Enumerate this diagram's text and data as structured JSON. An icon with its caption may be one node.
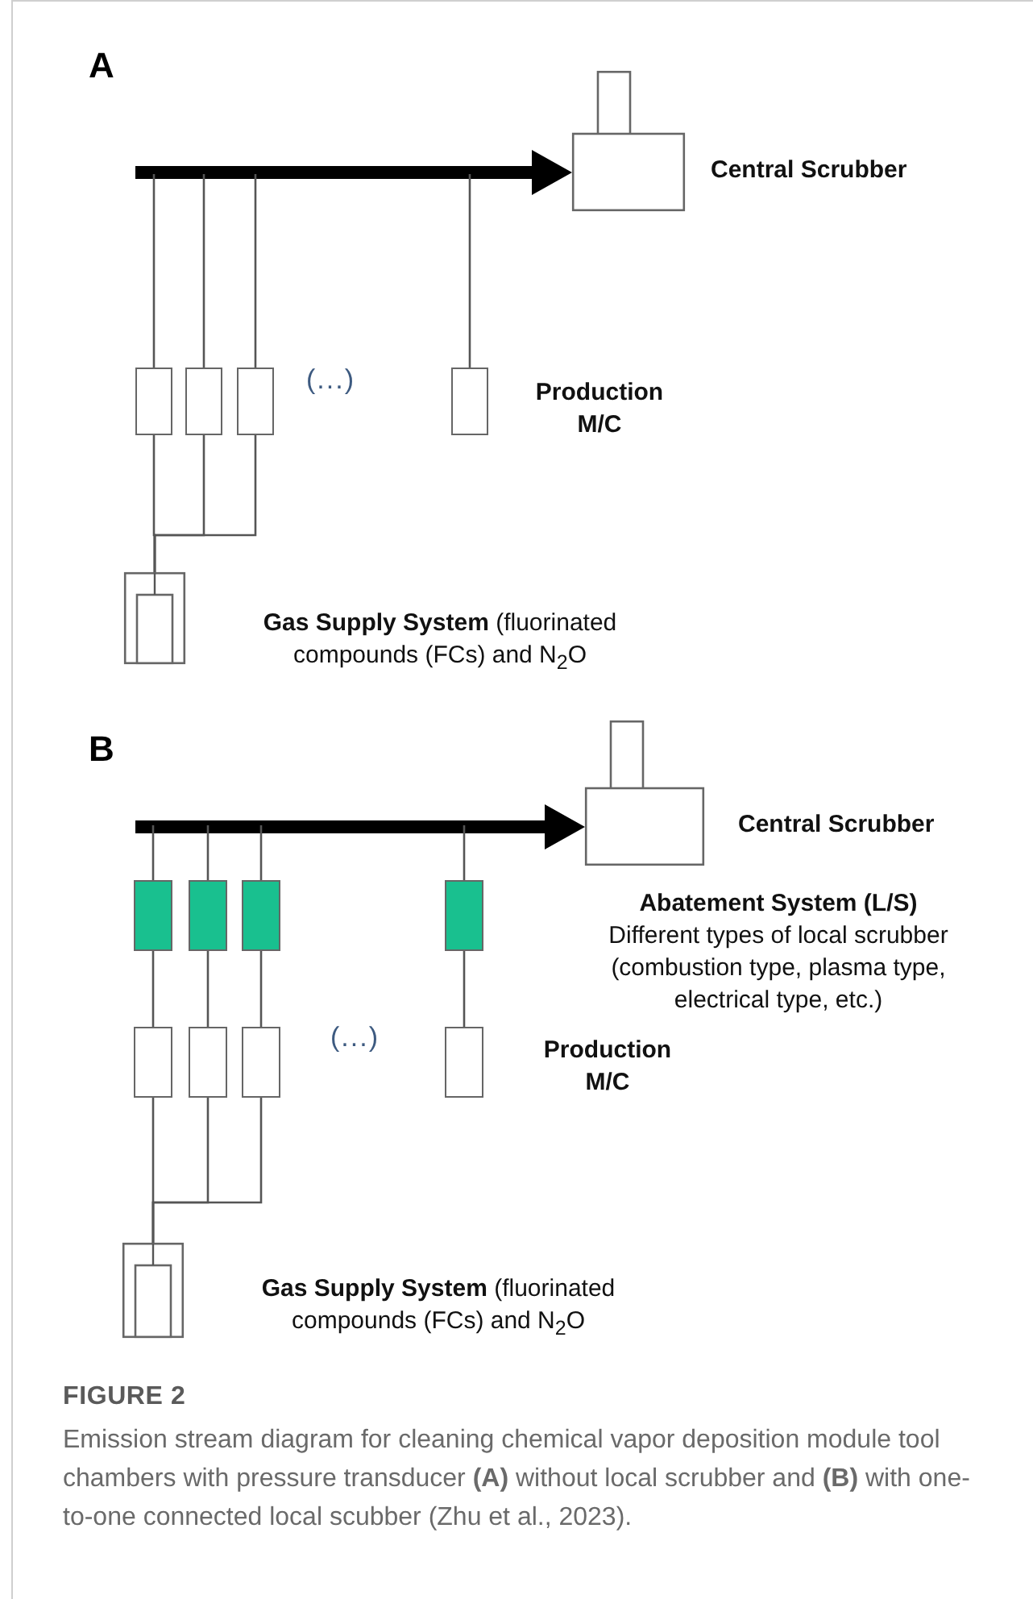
{
  "diagram": {
    "title": "FIGURE 2",
    "caption": "Emission stream diagram for cleaning chemical vapor deposition module tool chambers with pressure transducer **(A)** without local scrubber and **(B)** with one-to-one connected local scubber (Zhu et al., 2023).",
    "nodes": [
      {
        "text": [],
        "shape": "box",
        "beside": [
          "Central Scrubber"
        ]
      },
      {
        "text": [],
        "shape": "box"
      },
      {
        "text": [],
        "shape": "box"
      },
      {
        "text": [],
        "shape": "box"
      },
      {
        "text": [],
        "shape": "box",
        "beside": [
          "Production M/C"
        ]
      },
      {
        "text": [],
        "shape": "box",
        "beside": [
          "**Gas Supply System** (fluorinated compounds (FCs) and N$_{2}$O"
        ]
      },
      {
        "text": [],
        "shape": "box",
        "beside": [
          "Central Scrubber"
        ]
      },
      {
        "text": [],
        "shape": "box"
      },
      {
        "text": [],
        "shape": "box"
      },
      {
        "text": [],
        "shape": "box"
      },
      {
        "text": [],
        "shape": "box",
        "beside": [
          "Abatement System (L/S)",
          "Different types of local scrubber (combustion type, plasma type, electrical type, etc.)"
        ]
      },
      {
        "text": [],
        "shape": "box"
      },
      {
        "text": [],
        "shape": "box"
      },
      {
        "text": [],
        "shape": "box"
      },
      {
        "text": [],
        "shape": "box",
        "beside": [
          "Production M/C"
        ]
      },
      {
        "text": [],
        "shape": "box",
        "beside": [
          "**Gas Supply System** (fluorinated compounds (FCs) and N$_{2}$O"
        ]
      }
    ],
    "edges": [
      {
        "from": null,
        "to": 0,
        "arrow": "to",
        "style": "thick"
      },
      {
        "from": 1,
        "to": null,
        "arrow": "none"
      },
      {
        "from": 2,
        "to": null,
        "arrow": "none"
      },
      {
        "from": 3,
        "to": null,
        "arrow": "none"
      },
      {
        "from": 4,
        "to": null,
        "arrow": "none"
      },
      {
        "from": 5,
        "to": 1,
        "arrow": "none"
      },
      {
        "from": 5,
        "to": 2,
        "arrow": "none"
      },
      {
        "from": 5,
        "to": 3,
        "arrow": "none"
      },
      {
        "from": null,
        "to": 6,
        "arrow": "to",
        "style": "thick"
      },
      {
        "from": 7,
        "to": null,
        "arrow": "none"
      },
      {
        "from": 8,
        "to": null,
        "arrow": "none"
      },
      {
        "from": 9,
        "to": null,
        "arrow": "none"
      },
      {
        "from": 10,
        "to": null,
        "arrow": "none"
      },
      {
        "from": 11,
        "to": 7,
        "arrow": "none"
      },
      {
        "from": 12,
        "to": 8,
        "arrow": "none"
      },
      {
        "from": 13,
        "to": 9,
        "arrow": "none"
      },
      {
        "from": 14,
        "to": 10,
        "arrow": "none"
      },
      {
        "from": 15,
        "to": 11,
        "arrow": "none"
      },
      {
        "from": 15,
        "to": 12,
        "arrow": "none"
      },
      {
        "from": 15,
        "to": 13,
        "arrow": "none"
      }
    ],
    "labels": [
      "A",
      "(...)",
      "B",
      "(...)"
    ]
  }
}
